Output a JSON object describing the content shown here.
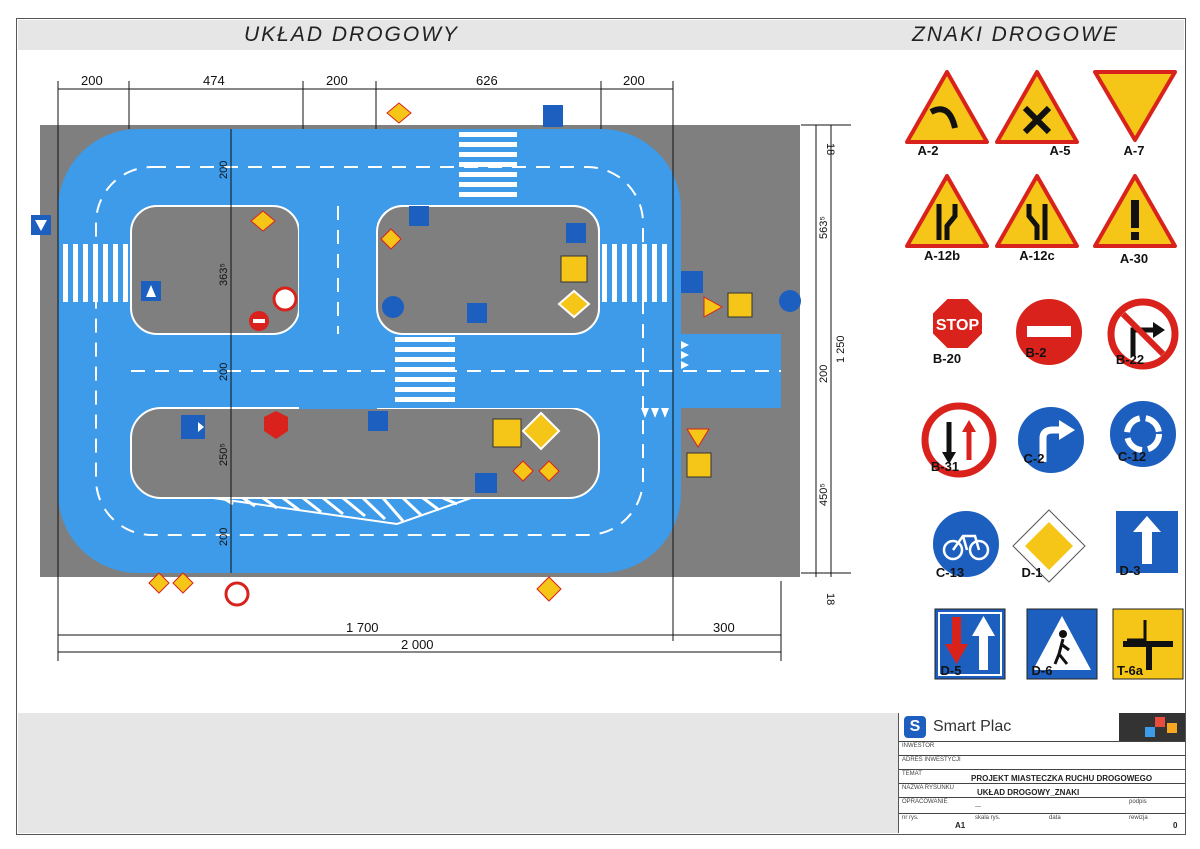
{
  "header": {
    "left_title": "UKŁAD DROGOWY",
    "right_title": "ZNAKI DROGOWE"
  },
  "dimensions": {
    "top": [
      "200",
      "474",
      "200",
      "626",
      "200"
    ],
    "right_top": "18",
    "right_563": "563⁵",
    "right_1250": "1 250",
    "right_200": "200",
    "right_450": "450⁵",
    "right_bottom": "18",
    "left_200_top": "200",
    "left_363": "363⁵",
    "left_200_mid": "200",
    "left_250": "250⁵",
    "left_200_bot": "200",
    "bottom_1700": "1 700",
    "bottom_300": "300",
    "bottom_2000": "2 000"
  },
  "signs": [
    {
      "code": "A-2"
    },
    {
      "code": "A-5"
    },
    {
      "code": "A-7"
    },
    {
      "code": "A-12b"
    },
    {
      "code": "A-12c"
    },
    {
      "code": "A-30"
    },
    {
      "code": "B-20",
      "text": "STOP"
    },
    {
      "code": "B-2"
    },
    {
      "code": "B-22"
    },
    {
      "code": "B-31"
    },
    {
      "code": "C-2"
    },
    {
      "code": "C-12"
    },
    {
      "code": "C-13"
    },
    {
      "code": "D-1"
    },
    {
      "code": "D-3"
    },
    {
      "code": "D-5"
    },
    {
      "code": "D-6"
    },
    {
      "code": "T-6a"
    }
  ],
  "title_block": {
    "logo_text": "Smart Plac",
    "inwestor_label": "INWESTOR",
    "adres_label": "ADRES INWESTYCJI",
    "temat_label": "TEMAT",
    "temat_value": "PROJEKT MIASTECZKA RUCHU DROGOWEGO",
    "nazwa_label": "NAZWA RYSUNKU",
    "nazwa_value": "UKŁAD DROGOWY_ZNAKI",
    "opracowanie_label": "OPRACOWANIE",
    "opracowanie_value": "—",
    "podpis_label": "podpis",
    "nr_label": "nr rys.",
    "nr_value": "A1",
    "skala_label": "skala rys.",
    "data_label": "data",
    "rewizja_label": "rewizja",
    "rewizja_value": "0"
  },
  "colors": {
    "road": "#3d9be9",
    "ground": "#7f7f7f",
    "warning_fill": "#f5c518",
    "warning_border": "#d9221c",
    "info_blue": "#1d5fbf",
    "header_band": "#e6e6e6"
  }
}
